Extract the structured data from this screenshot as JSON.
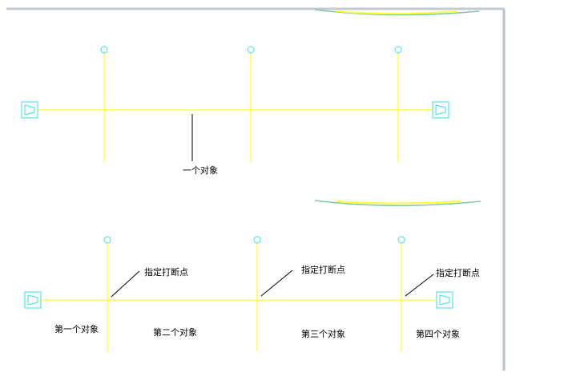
{
  "top_diagram": {
    "label": "一个对象"
  },
  "bottom_diagram": {
    "break_labels": [
      "指定打断点",
      "指定打断点",
      "指定打断点"
    ],
    "object_labels": [
      "第一个对象",
      "第二个对象",
      "第三个对象",
      "第四个对象"
    ]
  },
  "colors": {
    "line": "#ffff33",
    "symbol": "#33e0e8",
    "frame": "#b8c2d0",
    "arc": "#7fc8a0"
  }
}
